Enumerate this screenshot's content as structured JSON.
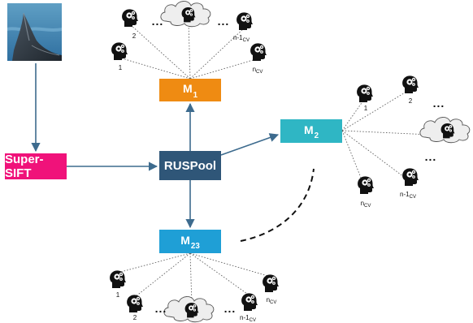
{
  "boxes": {
    "super_sift": {
      "label": "Super-SIFT",
      "color": "#f0127a"
    },
    "ruspool": {
      "label": "RUSPool",
      "color": "#2f5678"
    },
    "m1": {
      "label_main": "M",
      "label_sub": "1",
      "color": "#ef8b12"
    },
    "m2": {
      "label_main": "M",
      "label_sub": "2",
      "color": "#2fb6c4"
    },
    "m23": {
      "label_main": "M",
      "label_sub": "23",
      "color": "#1f9fd6"
    }
  },
  "photo": {
    "icon": "whale-dorsal-fin-photo"
  },
  "agent_icon": "head-with-gears-icon",
  "cloud_icon": "cloud-with-head-icon",
  "groups": {
    "m1": {
      "labels": [
        "1",
        "2",
        "n-1",
        "n"
      ],
      "label_subs": [
        "",
        "",
        "CV",
        "CV"
      ],
      "ellipsis": "..."
    },
    "m2": {
      "labels": [
        "1",
        "2",
        "n-1",
        "n"
      ],
      "label_subs": [
        "",
        "",
        "CV",
        "CV"
      ],
      "ellipsis_top": "...",
      "ellipsis_bottom": "..."
    },
    "m23": {
      "labels": [
        "1",
        "2",
        "n-1",
        "n"
      ],
      "label_subs": [
        "",
        "",
        "CV",
        "CV"
      ],
      "ellipsis_left": "...",
      "ellipsis_right": "..."
    }
  }
}
